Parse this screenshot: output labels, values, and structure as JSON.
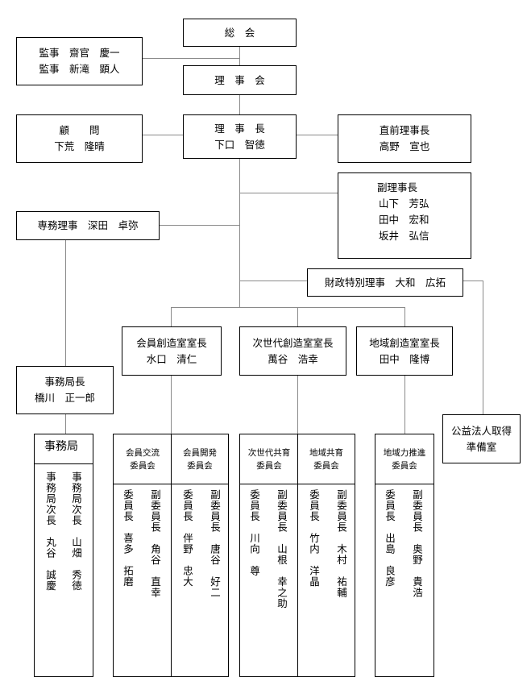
{
  "sokai": "総　会",
  "kansa": [
    "監事　齋官　慶一",
    "監事　新滝　顕人"
  ],
  "rijikai": "理　事　会",
  "komon": [
    "顧　　問",
    "下荒　隆晴"
  ],
  "rijicho": [
    "理　事　長",
    "下口　智徳"
  ],
  "zenrijicho": [
    "直前理事長",
    "高野　宣也"
  ],
  "fukurijicho": {
    "title": "副理事長",
    "names": [
      "山下　芳弘",
      "田中　宏和",
      "坂井　弘信"
    ]
  },
  "jimuriji": "専務理事　深田　卓弥",
  "zaisei": "財政特別理事　大和　広拓",
  "muro1": [
    "会員創造室室長",
    "水口　清仁"
  ],
  "muro2": [
    "次世代創造室室長",
    "萬谷　浩幸"
  ],
  "muro3": [
    "地域創造室室長",
    "田中　隆博"
  ],
  "jimukyokucho": [
    "事務局長",
    "橋川　正一郎"
  ],
  "koeki": [
    "公益法人取得",
    "準備室"
  ],
  "jimukyoku": {
    "title": "事務局",
    "cols": [
      "事務局次長　山畑　秀徳",
      "事務局次長　丸谷　誠慶"
    ]
  },
  "committees": [
    {
      "name": [
        "会員交流",
        "委員会"
      ],
      "cols": [
        "副委員長　角谷　直幸",
        "委員長　喜多　拓磨"
      ]
    },
    {
      "name": [
        "会員開発",
        "委員会"
      ],
      "cols": [
        "副委員長　唐谷　好二",
        "委員長　伴野　忠大"
      ]
    },
    {
      "name": [
        "次世代共育",
        "委員会"
      ],
      "cols": [
        "副委員長　山根　幸之助",
        "委員長　川向　尊"
      ]
    },
    {
      "name": [
        "地域共育",
        "委員会"
      ],
      "cols": [
        "副委員長　木村　祐輔",
        "委員長　竹内　洋晶"
      ]
    },
    {
      "name": [
        "地域力推進",
        "委員会"
      ],
      "cols": [
        "副委員長　奥野　貴浩",
        "委員長　出島　良彦"
      ]
    }
  ]
}
